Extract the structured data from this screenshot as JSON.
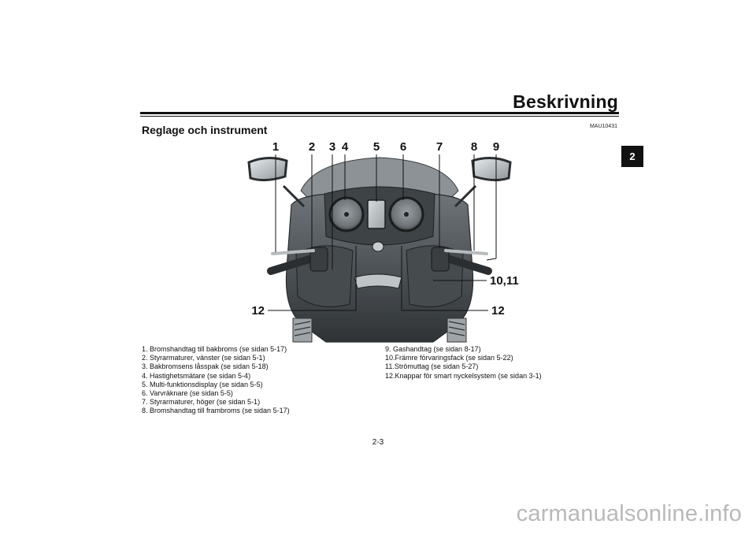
{
  "header": {
    "title": "Beskrivning",
    "code": "MAU10431"
  },
  "chapter_tab": "2",
  "section_title": "Reglage och instrument",
  "figure": {
    "callouts": [
      "1",
      "2",
      "3",
      "4",
      "5",
      "6",
      "7",
      "8",
      "9",
      "10,11",
      "12",
      "12"
    ]
  },
  "legend": {
    "left": [
      "1. Bromshandtag till bakbroms (se sidan 5-17)",
      "2. Styrarmaturer, vänster (se sidan 5-1)",
      "3. Bakbromsens låsspak (se sidan 5-18)",
      "4. Hastighetsmätare (se sidan 5-4)",
      "5. Multi-funktionsdisplay (se sidan 5-5)",
      "6. Varvräknare (se sidan 5-5)",
      "7. Styrarmaturer, höger (se sidan 5-1)",
      "8. Bromshandtag till frambroms (se sidan 5-17)"
    ],
    "right": [
      "9. Gashandtag (se sidan 8-17)",
      "10.Främre förvaringsfack (se sidan 5-22)",
      "11.Strömuttag (se sidan 5-27)",
      "12.Knappar för smart nyckelsystem (se sidan 3-1)"
    ]
  },
  "page_number": "2-3",
  "watermark": "carmanualsonline.info"
}
